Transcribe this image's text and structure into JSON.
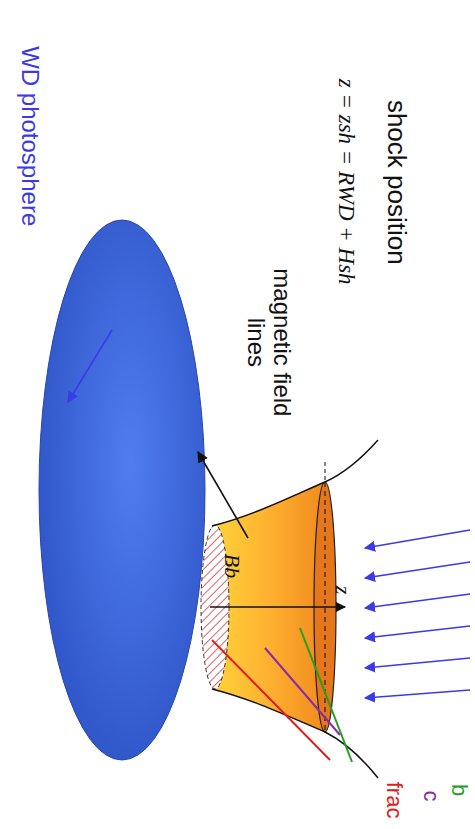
{
  "diagram": {
    "labels": [
      "shock position",
      "z = zsh = RWD + Hsh",
      "magnetic field lines",
      "WD photosphere",
      "Bb",
      "z",
      "b",
      "c",
      "frac"
    ]
  }
}
